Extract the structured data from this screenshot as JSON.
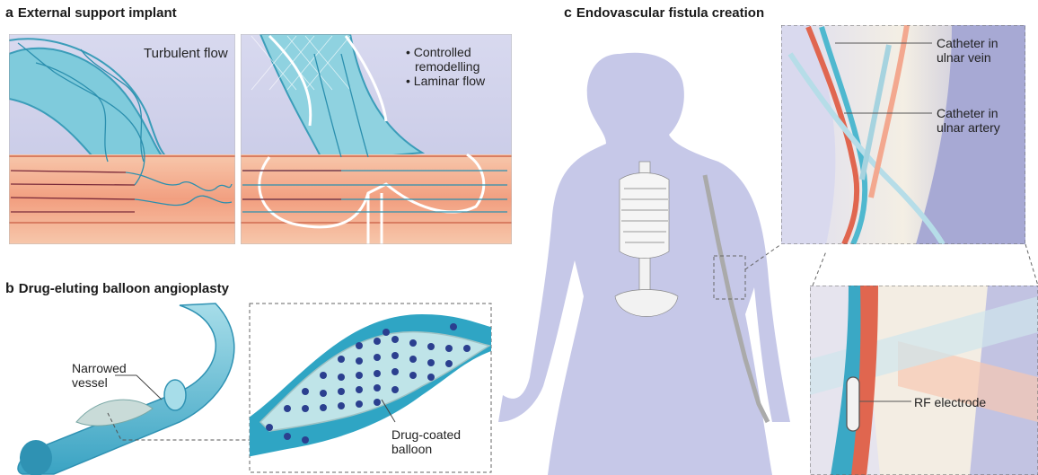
{
  "panels": {
    "a": {
      "letter": "a",
      "title": "External support implant",
      "left_label": "Turbulent flow",
      "right_bullets": [
        "Controlled",
        "remodelling",
        "Laminar flow"
      ]
    },
    "b": {
      "letter": "b",
      "title": "Drug-eluting balloon angioplasty",
      "narrowed_vessel": [
        "Narrowed",
        "vessel"
      ],
      "drug_coated_balloon": [
        "Drug-coated",
        "balloon"
      ]
    },
    "c": {
      "letter": "c",
      "title": "Endovascular fistula creation",
      "catheter_vein": [
        "Catheter in",
        "ulnar vein"
      ],
      "catheter_artery": [
        "Catheter in",
        "ulnar artery"
      ],
      "rf_electrode": "RF electrode"
    }
  },
  "colors": {
    "vein_blue": "#4fb8cf",
    "artery_red": "#e0664f",
    "background_lavender": "#c9cbe6",
    "tissue_peach": "#f5b89a",
    "body_silhouette": "#c6c8e8",
    "drug_dot": "#2b3f8f"
  }
}
